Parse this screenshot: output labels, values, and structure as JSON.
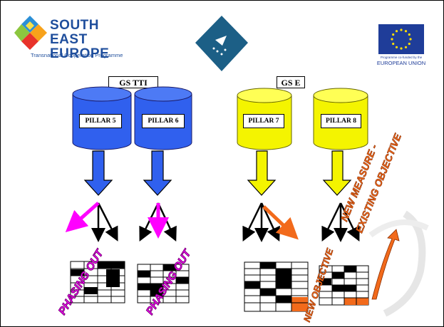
{
  "logos": {
    "see_title_line1": "SOUTH EAST",
    "see_title_line2": "EUROPE",
    "see_subtitle": "Transnational Cooperation Programme",
    "eu_line1": "Programme co-funded by the",
    "eu_line2": "EUROPEAN UNION"
  },
  "groups": [
    {
      "label": "GS TTI"
    },
    {
      "label": "GS E"
    }
  ],
  "pillars": [
    {
      "label": "PILLAR 5",
      "color": "#3060ee"
    },
    {
      "label": "PILLAR 6",
      "color": "#3060ee"
    },
    {
      "label": "PILLAR 7",
      "color": "#f4f400"
    },
    {
      "label": "PILLAR 8",
      "color": "#f4f400"
    }
  ],
  "annotations": {
    "phasing_out_1": "PHASING OUT",
    "phasing_out_2": "PHASING OUT",
    "new_objective": "NEW OBJECTIVE",
    "new_measure_line1": "NEW MEASURE -",
    "new_measure_line2": "EXISTING OBJECTIVE"
  },
  "colors": {
    "blue": "#3060ee",
    "yellow": "#f4f400",
    "magenta": "#ff00ff",
    "orange": "#f26a1b"
  }
}
